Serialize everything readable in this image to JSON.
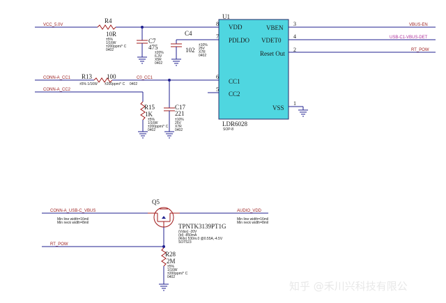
{
  "nets": {
    "vcc_5v": "VCC_5.0V",
    "conn_a_cc1": "CONN-A_CC1",
    "conn_a_cc2": "CONN-A_CC2",
    "c0_cc1": "C0_CC1",
    "vbus_en": "VBUS-EN",
    "usb_c1_vbus_det": "USB-C1-VBUS-DET",
    "rt_pow_right": "RT_POW",
    "conn_a_usb_c_vbus": "CONN-A_USB-C_VBUS",
    "audio_vdd": "AUDIO_VDD",
    "rt_pow_bottom": "RT_POW"
  },
  "u1": {
    "ref": "U1",
    "part": "LDR6028",
    "package": "SOP-8",
    "pins": [
      {
        "num": "8",
        "name": "VDD"
      },
      {
        "num": "7",
        "name": "PDLDO"
      },
      {
        "num": "6",
        "name": "CC1"
      },
      {
        "num": "5",
        "name": "CC2"
      },
      {
        "num": "3",
        "name": "VBEN"
      },
      {
        "num": "4",
        "name": "VDET0"
      },
      {
        "num": "2",
        "name": "Reset Out"
      },
      {
        "num": "1",
        "name": "VSS"
      }
    ]
  },
  "r4": {
    "ref": "R4",
    "value": "10R",
    "spec1": "±5%",
    "spec2": "1/16W",
    "spec3": "±200ppm/° C",
    "spec4": "0402"
  },
  "c7": {
    "ref": "C7",
    "value": "475",
    "spec1": "±20%",
    "spec2": "6.3V",
    "spec3": "X5R",
    "spec4": "0402"
  },
  "c4": {
    "ref": "C4",
    "value": "102",
    "spec1": "±10%",
    "spec2": "25V",
    "spec3": "X7R",
    "spec4": "0402"
  },
  "r13": {
    "ref": "R13",
    "value": "100",
    "spec1": "±5% 1/16W",
    "spec2": "±200ppm/° C",
    "spec3": "0402"
  },
  "r15": {
    "ref": "R15",
    "value": "1K",
    "spec1": "±5%",
    "spec2": "1/16W",
    "spec3": "±200ppm/° C",
    "spec4": "0402"
  },
  "c17": {
    "ref": "C17",
    "value": "221",
    "spec1": "±10%",
    "spec2": "25V",
    "spec3": "X7R",
    "spec4": "0402"
  },
  "q5": {
    "ref": "Q5",
    "part": "TPNTK3139PT1G",
    "spec1": "(Vdss) -20V",
    "spec2": "(Id) -850mA",
    "spec3": "(Rds) 530m.0 @0.55A,-4.5V",
    "spec4": "SOT523",
    "note_left": "Min line width=16mil",
    "note_left2": "Min neck width=8mil",
    "note_right": "Min line width=16mil",
    "note_right2": "Min neck width=8mil"
  },
  "r28": {
    "ref": "R28",
    "value": "2M",
    "spec1": "±5%",
    "spec2": "1/16W",
    "spec3": "±200ppm/° C",
    "spec4": "0402"
  },
  "watermark": "知乎 @禾川兴科技有限公"
}
